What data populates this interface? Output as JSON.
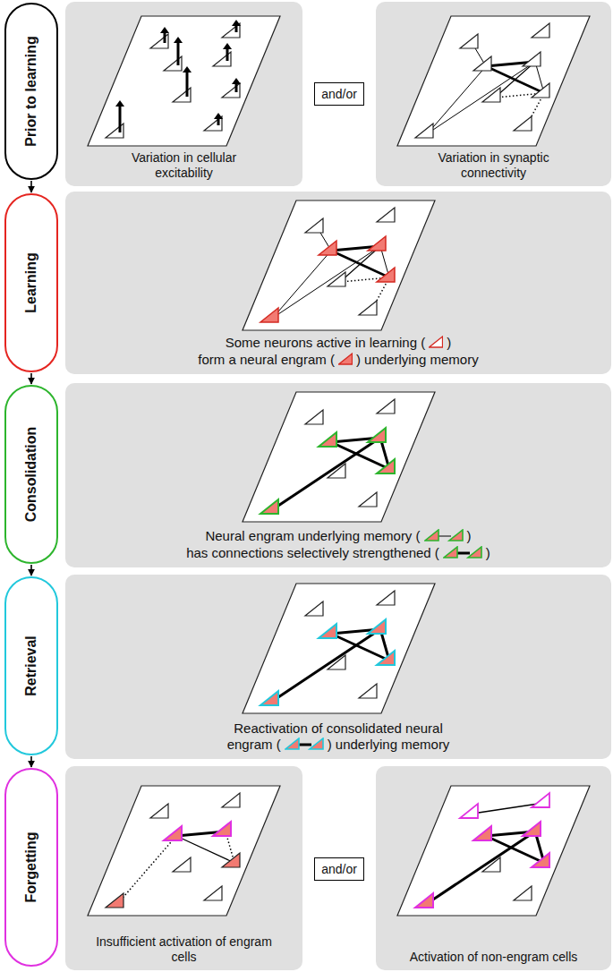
{
  "diagram": {
    "nodes": [
      {
        "text": [
          "Prior to learning"
        ]
      },
      {
        "text": [
          "Variation in cellular excitability"
        ]
      },
      {
        "text": [
          "and/or"
        ]
      },
      {
        "text": [
          "Variation in synaptic connectivity"
        ]
      },
      {
        "text": [
          "Learning"
        ]
      },
      {
        "text": [
          "Some neurons active in learning (",
          ")",
          "form a neural engram (",
          ") underlying memory"
        ]
      },
      {
        "text": [
          "Consolidation"
        ]
      },
      {
        "text": [
          "Neural engram underlying memory (",
          ")",
          "has connections selectively strengthened (",
          ")"
        ]
      },
      {
        "text": [
          "Retrieval"
        ]
      },
      {
        "text": [
          "Reactivation of consolidated neural",
          "engram (",
          ") underlying memory"
        ]
      },
      {
        "text": [
          "Forgetting"
        ]
      },
      {
        "text": [
          "Insufficient activation of engram cells"
        ]
      },
      {
        "text": [
          "and/or"
        ]
      },
      {
        "text": [
          "Activation of non-engram cells"
        ]
      }
    ],
    "edges": [
      {
        "from": 0,
        "to": 4,
        "arrow": "to"
      },
      {
        "from": 4,
        "to": 6,
        "arrow": "to"
      },
      {
        "from": 6,
        "to": 8,
        "arrow": "to"
      },
      {
        "from": 8,
        "to": 10,
        "arrow": "to"
      }
    ]
  }
}
